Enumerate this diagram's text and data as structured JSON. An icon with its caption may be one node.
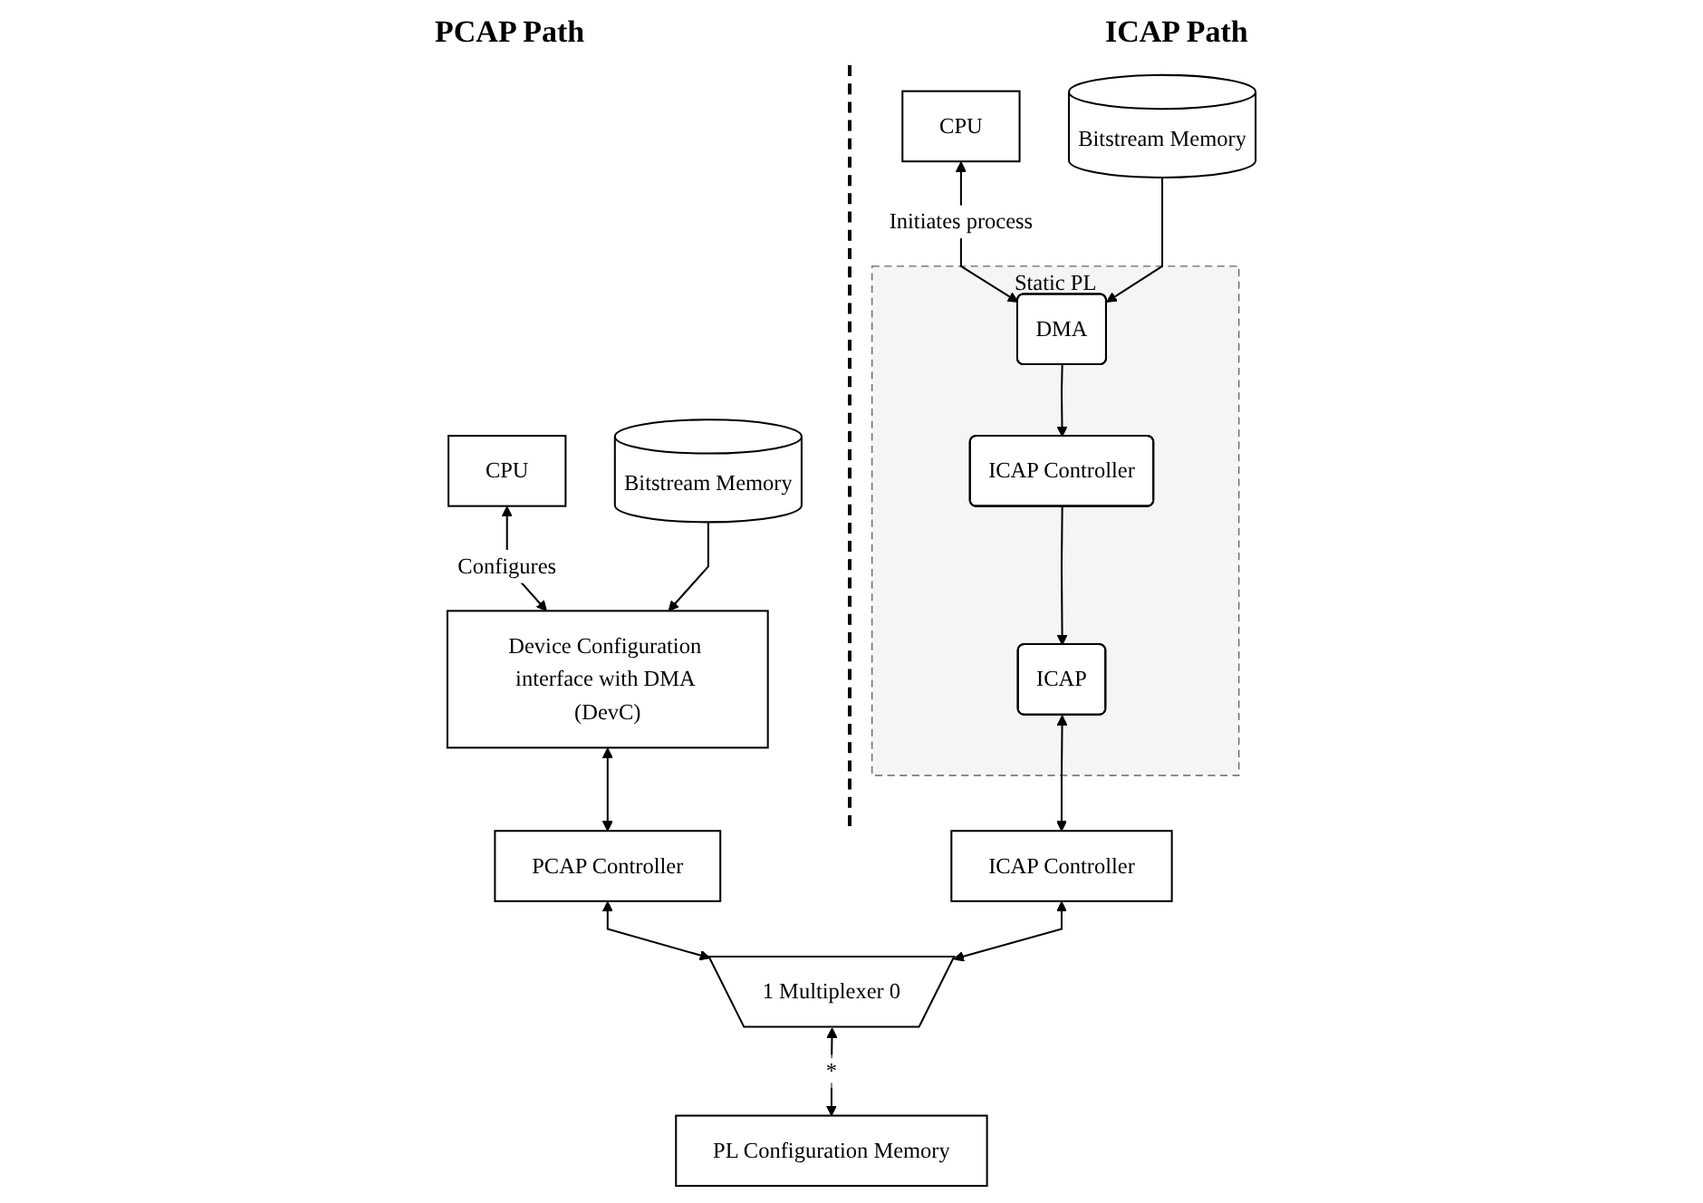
{
  "diagram": {
    "nodes": [
      {
        "text": [
          "CPU"
        ]
      },
      {
        "text": [
          "Bitstream Memory"
        ]
      },
      {
        "text": [
          "Device Configuration interface with DMA (DevC)"
        ]
      },
      {
        "text": [
          "PCAP Controller"
        ]
      },
      {
        "text": [
          "CPU"
        ]
      },
      {
        "text": [
          "Static PL"
        ]
      },
      {
        "text": [
          "ICAP"
        ],
        "in": 5
      },
      {
        "text": [
          "ICAP Controller"
        ],
        "in": 5
      },
      {
        "text": [
          "DMA"
        ],
        "in": 5
      },
      {
        "text": [
          "Bitstream Memory"
        ]
      },
      {
        "text": [
          "ICAP Controller"
        ]
      },
      {
        "text": [
          "1",
          "Multiplexer",
          "0"
        ]
      },
      {
        "text": [
          "PL Configuration Memory"
        ]
      }
    ],
    "edges": [
      {
        "from": 0,
        "to": 2,
        "arrow": "both",
        "label": "Configures"
      },
      {
        "from": 1,
        "to": 2,
        "arrow": "to"
      },
      {
        "from": 2,
        "to": 3,
        "arrow": "both"
      },
      {
        "from": 3,
        "to": 11,
        "arrow": "both"
      },
      {
        "from": 4,
        "to": 8,
        "arrow": "both",
        "label": "Initiates process"
      },
      {
        "from": 9,
        "to": 8,
        "arrow": "to"
      },
      {
        "from": 8,
        "to": 7,
        "arrow": "to"
      },
      {
        "from": 7,
        "to": 6,
        "arrow": "to"
      },
      {
        "from": 6,
        "to": 10,
        "arrow": "both"
      },
      {
        "from": 10,
        "to": 11,
        "arrow": "both"
      },
      {
        "from": 11,
        "to": 12,
        "arrow": "both",
        "label": "*"
      }
    ],
    "labels": [
      "PCAP Path",
      "ICAP Path"
    ]
  }
}
